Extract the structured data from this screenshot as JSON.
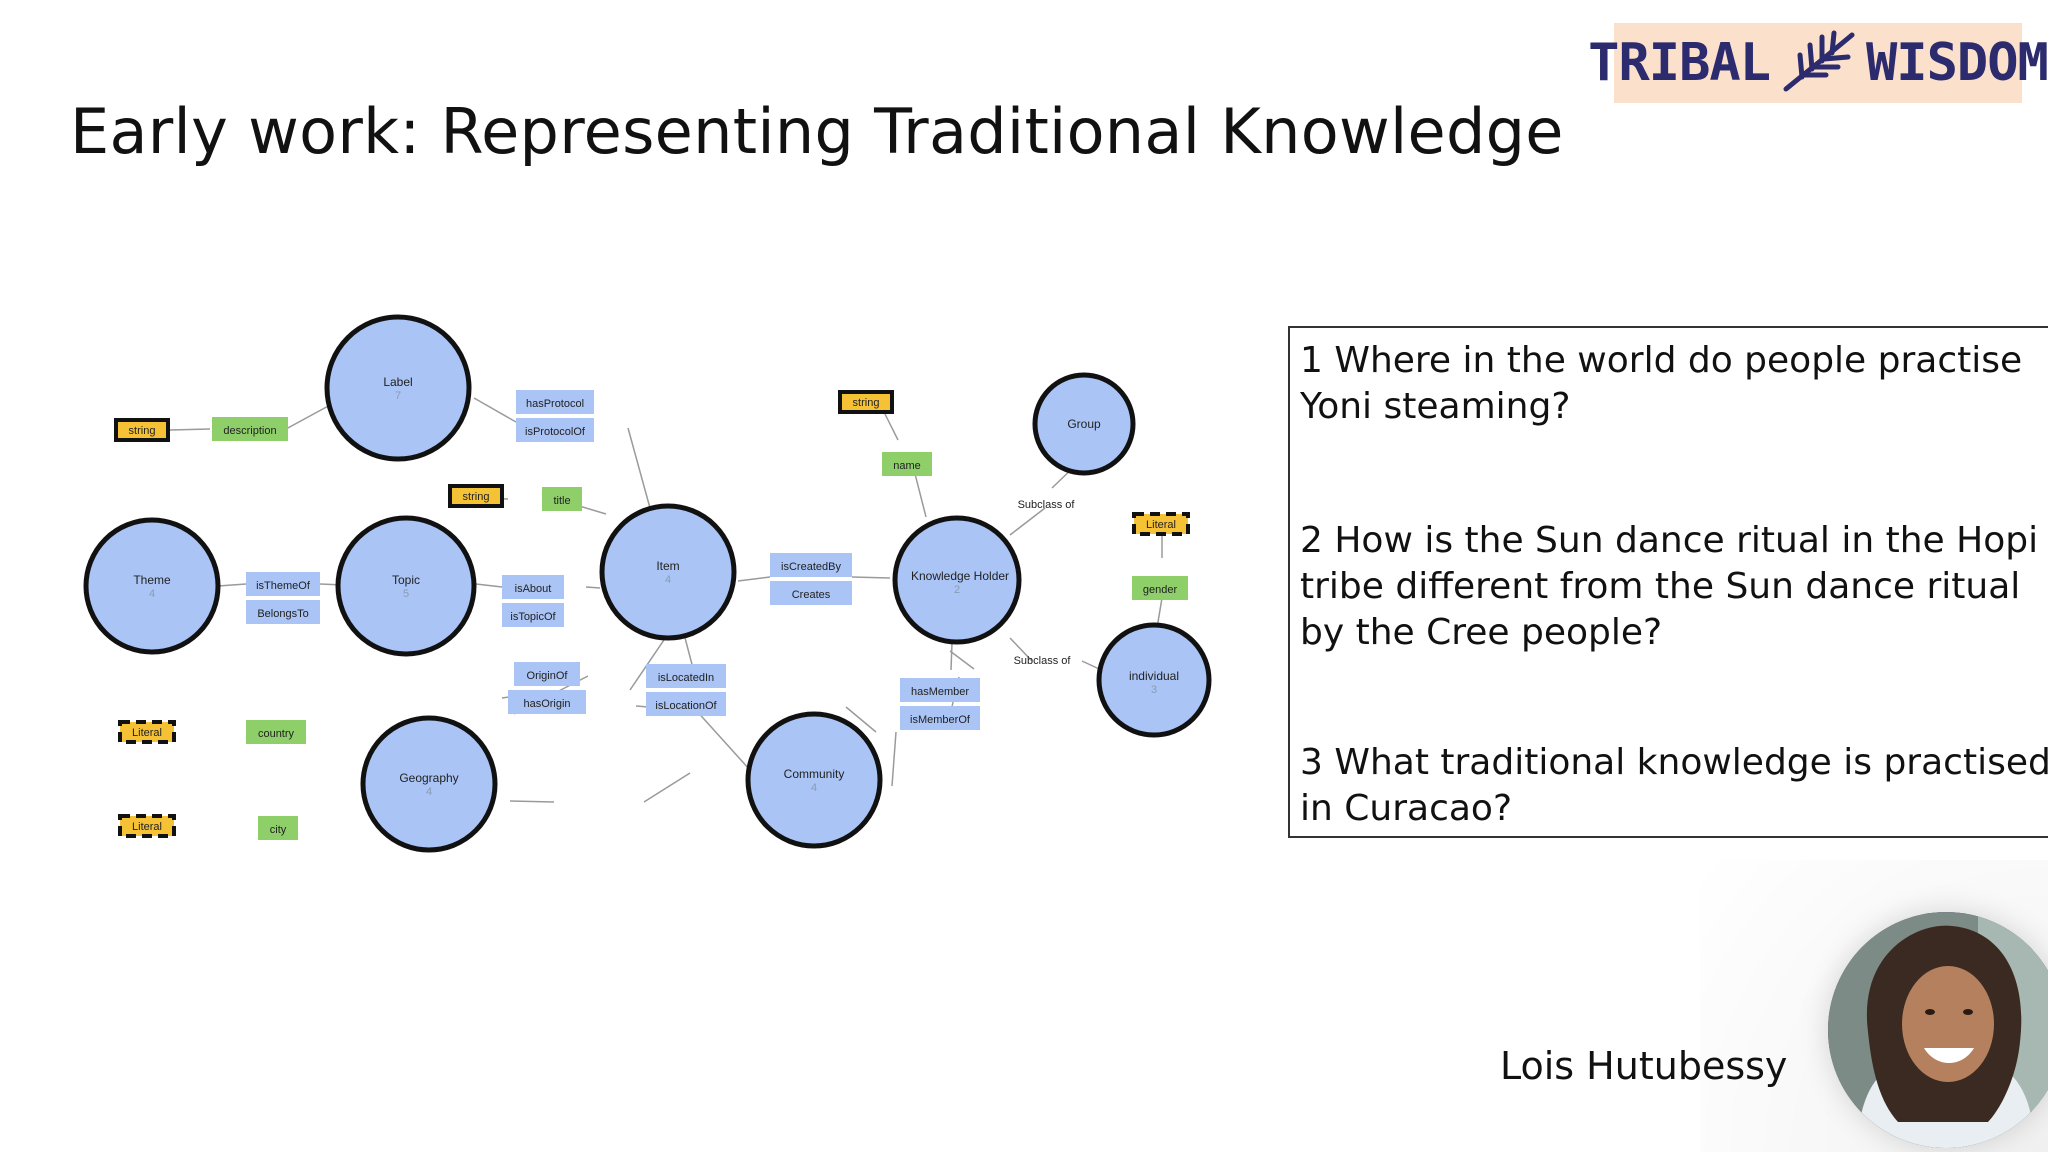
{
  "slide": {
    "title": "Early work: Representing Traditional Knowledge",
    "speaker": "Lois Hutubessy"
  },
  "logo": {
    "left_word": "TRIBAL",
    "right_word": "WISDOM",
    "icon": "feather-icon",
    "background": "#fbe0cc",
    "text_color": "#2b2b6e"
  },
  "questions": [
    "1 Where in the world do people practise\nYoni steaming?",
    "2 How is the Sun dance ritual in the Hopi\ntribe different from the Sun dance ritual\nby the Cree people?",
    "3 What traditional knowledge is practised\nin Curacao?"
  ],
  "diagram": {
    "colors": {
      "class_fill": "#a9c4f5",
      "class_stroke": "#111111",
      "property_fill": "#a9c4f5",
      "datatype_property_fill": "#8fcf6a",
      "literal_fill": "#f5c236",
      "edge": "#9a9a9a"
    },
    "classes": [
      {
        "id": "label",
        "name": "Label",
        "count": "7"
      },
      {
        "id": "theme",
        "name": "Theme",
        "count": "4"
      },
      {
        "id": "topic",
        "name": "Topic",
        "count": "5"
      },
      {
        "id": "item",
        "name": "Item",
        "count": "4"
      },
      {
        "id": "geography",
        "name": "Geography",
        "count": "4"
      },
      {
        "id": "knowledge_holder",
        "name": "Knowledge Holder",
        "count": "2"
      },
      {
        "id": "group",
        "name": "Group",
        "count": ""
      },
      {
        "id": "individual",
        "name": "individual",
        "count": "3"
      },
      {
        "id": "community",
        "name": "Community",
        "count": "4"
      }
    ],
    "object_properties": [
      {
        "id": "hasProtocol",
        "labels": [
          "hasProtocol",
          "isProtocolOf"
        ]
      },
      {
        "id": "isThemeOf",
        "labels": [
          "isThemeOf",
          "BelongsTo"
        ]
      },
      {
        "id": "isAbout",
        "labels": [
          "isAbout",
          "isTopicOf"
        ]
      },
      {
        "id": "isCreatedBy",
        "labels": [
          "isCreatedBy",
          "Creates"
        ]
      },
      {
        "id": "originOf",
        "labels": [
          "OriginOf",
          "hasOrigin"
        ]
      },
      {
        "id": "isLocatedIn",
        "labels": [
          "isLocatedIn",
          "isLocationOf"
        ]
      },
      {
        "id": "hasMember",
        "labels": [
          "hasMember",
          "isMemberOf"
        ]
      }
    ],
    "datatype_properties": [
      {
        "id": "description",
        "label": "description"
      },
      {
        "id": "title",
        "label": "title"
      },
      {
        "id": "name",
        "label": "name"
      },
      {
        "id": "gender",
        "label": "gender"
      },
      {
        "id": "country",
        "label": "country"
      },
      {
        "id": "city",
        "label": "city"
      }
    ],
    "literals": [
      {
        "id": "lit_desc",
        "label": "string"
      },
      {
        "id": "lit_title",
        "label": "string"
      },
      {
        "id": "lit_name",
        "label": "string"
      },
      {
        "id": "lit_gender",
        "label": "Literal"
      },
      {
        "id": "lit_country",
        "label": "Literal"
      },
      {
        "id": "lit_city",
        "label": "Literal"
      }
    ],
    "subclass_labels": [
      {
        "id": "sub_group",
        "label": "Subclass of"
      },
      {
        "id": "sub_individual",
        "label": "Subclass of"
      }
    ]
  }
}
